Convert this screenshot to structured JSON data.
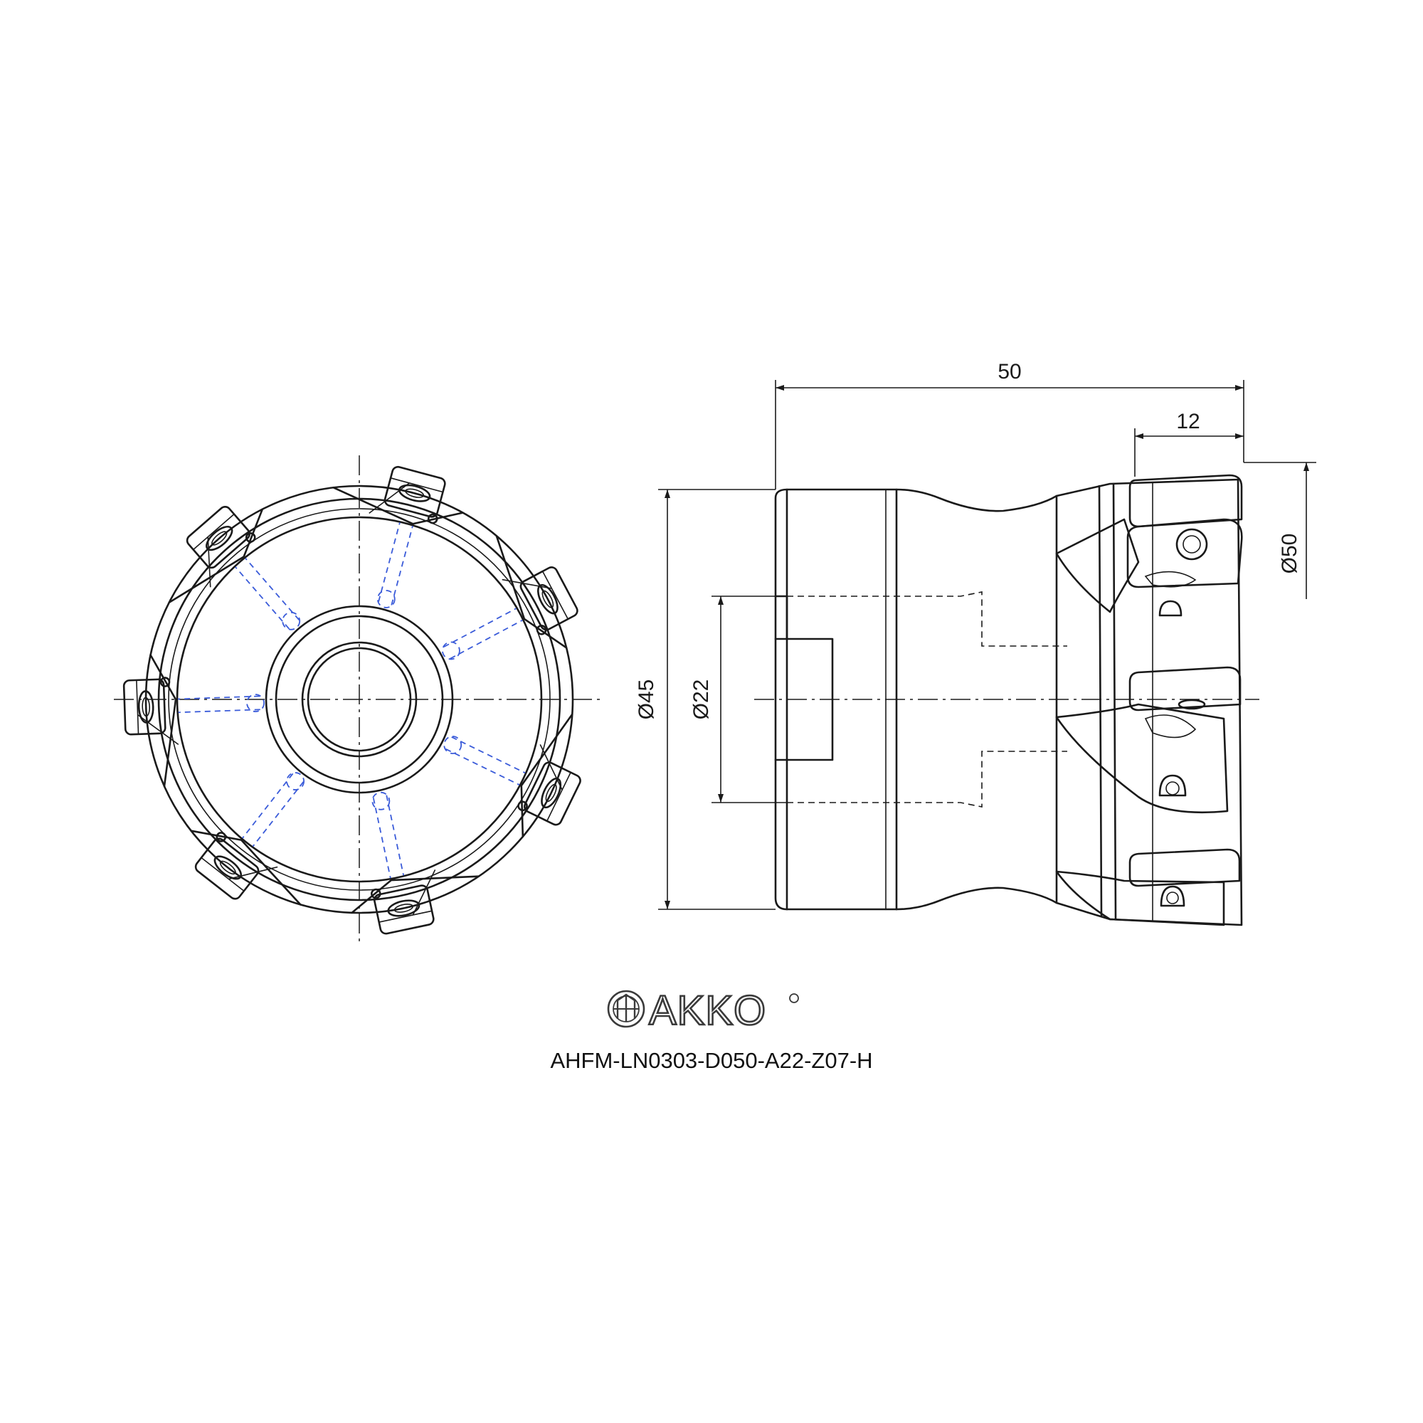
{
  "dimensions": {
    "overall_length": "50",
    "insert_length": "12",
    "cutting_diameter": "Ø50",
    "body_diameter": "Ø45",
    "bore_diameter": "Ø22"
  },
  "logo": {
    "brand": "AKKO"
  },
  "part_number": "AHFM-LN0303-D050-A22-Z07-H",
  "colors": {
    "line": "#1a1a1a",
    "hidden_blue": "#3a5bd9",
    "background": "#ffffff"
  }
}
